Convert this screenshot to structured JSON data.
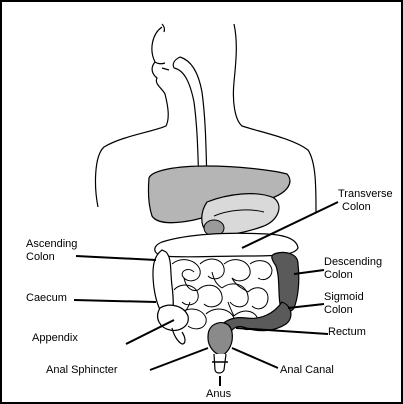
{
  "labels": {
    "transverse_colon": [
      "Transverse",
      "Colon"
    ],
    "ascending_colon": [
      "Ascending",
      "Colon"
    ],
    "descending_colon": [
      "Descending",
      "Colon"
    ],
    "caecum": "Caecum",
    "sigmoid_colon": [
      "Sigmoid",
      "Colon"
    ],
    "appendix": "Appendix",
    "rectum": "Rectum",
    "anal_sphincter": "Anal Sphincter",
    "anal_canal": "Anal Canal",
    "anus": "Anus"
  },
  "colors": {
    "outline": "#000000",
    "liver": "#b5b5b5",
    "colon_dark": "#5a5a5a",
    "intestine": "#ffffff"
  }
}
